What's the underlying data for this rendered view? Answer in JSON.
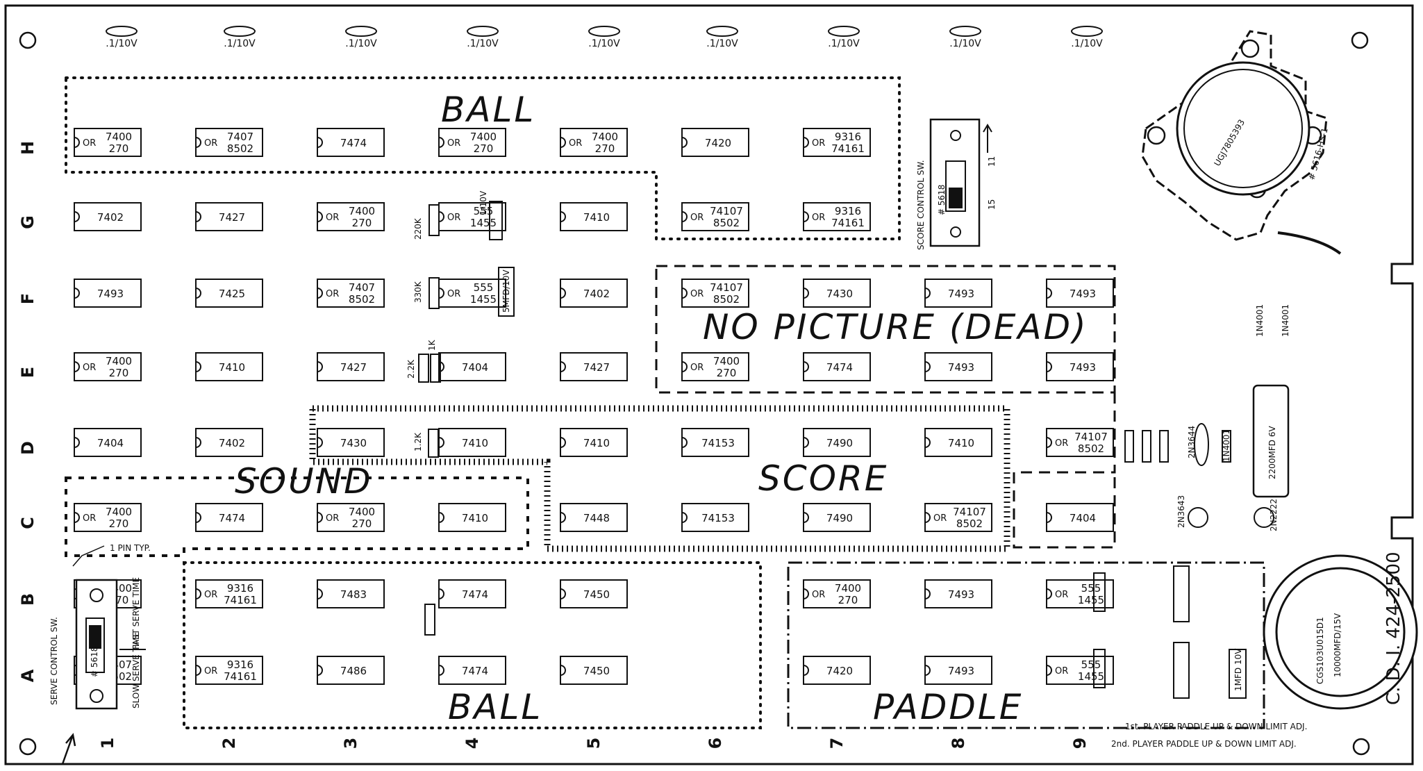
{
  "capacitor_label": ".1/10V",
  "rows": [
    "H",
    "G",
    "F",
    "E",
    "D",
    "C",
    "B",
    "A"
  ],
  "columns": [
    "1",
    "2",
    "3",
    "4",
    "5",
    "6",
    "7",
    "8",
    "9"
  ],
  "regions": {
    "ball_top": "BALL",
    "ball_bottom": "BALL",
    "no_picture": "NO PICTURE (DEAD)",
    "sound": "SOUND",
    "score": "SCORE",
    "paddle": "PADDLE"
  },
  "chips": {
    "H": [
      {
        "part": "7400",
        "alt": "270"
      },
      {
        "part": "7407",
        "alt": "8502"
      },
      {
        "part": "7474"
      },
      {
        "part": "7400",
        "alt": "270"
      },
      {
        "part": "7400",
        "alt": "270"
      },
      {
        "part": "7420"
      },
      {
        "part": "9316",
        "alt": "74161"
      }
    ],
    "G": [
      {
        "part": "7402"
      },
      {
        "part": "7427"
      },
      {
        "part": "7400",
        "alt": "270"
      },
      {
        "part": "555",
        "alt": "1455"
      },
      {
        "part": "7410"
      },
      {
        "part": "74107",
        "alt": "8502"
      },
      {
        "part": "9316",
        "alt": "74161"
      }
    ],
    "F": [
      {
        "part": "7493"
      },
      {
        "part": "7425"
      },
      {
        "part": "7407",
        "alt": "8502"
      },
      {
        "part": "555",
        "alt": "1455"
      },
      {
        "part": "7402"
      },
      {
        "part": "74107",
        "alt": "8502"
      },
      {
        "part": "7430"
      },
      {
        "part": "7493"
      },
      {
        "part": "7493"
      }
    ],
    "E": [
      {
        "part": "7400",
        "alt": "270"
      },
      {
        "part": "7410"
      },
      {
        "part": "7427"
      },
      {
        "part": "7404"
      },
      {
        "part": "7427"
      },
      {
        "part": "7400",
        "alt": "270"
      },
      {
        "part": "7474"
      },
      {
        "part": "7493"
      },
      {
        "part": "7493"
      }
    ],
    "D": [
      {
        "part": "7404"
      },
      {
        "part": "7402"
      },
      {
        "part": "7430"
      },
      {
        "part": "7410"
      },
      {
        "part": "7410"
      },
      {
        "part": "74153"
      },
      {
        "part": "7490"
      },
      {
        "part": "7410"
      },
      {
        "part": "74107",
        "alt": "8502"
      }
    ],
    "C": [
      {
        "part": "7400",
        "alt": "270"
      },
      {
        "part": "7474"
      },
      {
        "part": "7400",
        "alt": "270"
      },
      {
        "part": "7410"
      },
      {
        "part": "7448"
      },
      {
        "part": "74153"
      },
      {
        "part": "7490"
      },
      {
        "part": "74107",
        "alt": "8502"
      },
      {
        "part": "7404"
      }
    ],
    "B": [
      {
        "part": "7400",
        "alt": "270"
      },
      {
        "part": "9316",
        "alt": "74161"
      },
      {
        "part": "7483"
      },
      {
        "part": "7474"
      },
      {
        "part": "7450"
      },
      {
        "part": "7400",
        "alt": "270"
      },
      {
        "part": "7493"
      },
      {
        "part": "555",
        "alt": "1455"
      }
    ],
    "A": [
      {
        "part": "7407",
        "alt": "8502"
      },
      {
        "part": "9316",
        "alt": "74161"
      },
      {
        "part": "7486"
      },
      {
        "part": "7474"
      },
      {
        "part": "7450"
      },
      {
        "part": "7420"
      },
      {
        "part": "7493"
      },
      {
        "part": "555",
        "alt": "1455"
      }
    ]
  },
  "or_word": "OR",
  "score_switch": {
    "label": "SCORE CONTROL SW.",
    "part": "# 5618",
    "pos_a": "11",
    "pos_b": "15"
  },
  "serve_switch": {
    "label": "SERVE CONTROL SW.",
    "part": "# 5618",
    "fast": "FAST SERVE TIME",
    "slow": "SLOW SERVE TIME"
  },
  "pin_note": "1 PIN TYP.",
  "regulator": {
    "part": "UGJ7805393",
    "heatsink": "# 5616-HS-1"
  },
  "resistors": {
    "r220k": "220K",
    "r330k": "330K",
    "r22k": "2.2K",
    "r1k": "1K",
    "r12k": "1.2K"
  },
  "electrolytics": {
    "c1": "1/10V",
    "c2": "5MFD/10V",
    "c3": "2200MFD 6V",
    "c4": "1MFD 10V",
    "c5": "10000MFD/15V"
  },
  "big_cap_part": "CGS103U015D1",
  "diodes": [
    "1N4001",
    "1N4001",
    "1N4001"
  ],
  "transistors": [
    "2N3644",
    "2N3643",
    "2N2222"
  ],
  "paddle_notes": {
    "p1": "1st. PLAYER PADDLE UP & DOWN LIMIT ADJ.",
    "p2": "2nd. PLAYER PADDLE UP & DOWN LIMIT ADJ."
  },
  "board_id": "C. D. I. 424-2500"
}
